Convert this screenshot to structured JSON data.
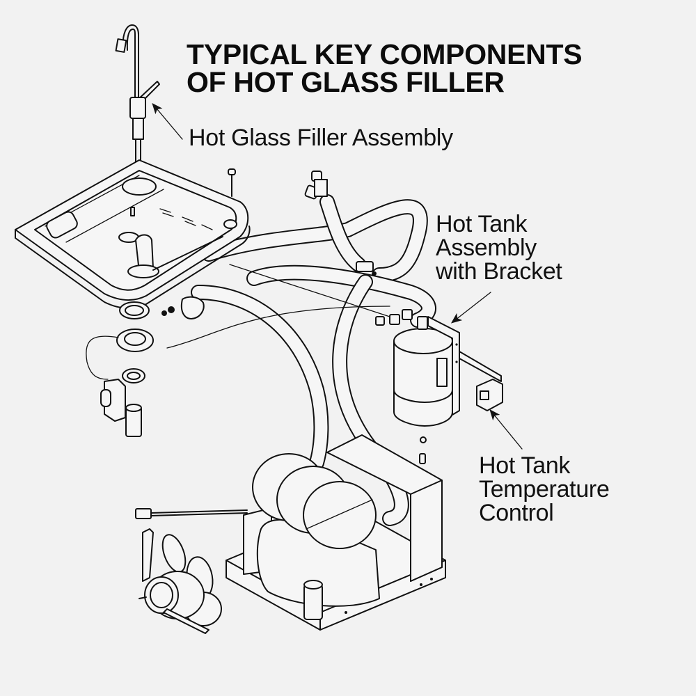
{
  "title": {
    "line1": "TYPICAL KEY COMPONENTS",
    "line2": "OF HOT GLASS FILLER"
  },
  "callouts": {
    "filler_assembly": "Hot Glass Filler Assembly",
    "tank_assembly": [
      "Hot Tank",
      "Assembly",
      "with Bracket"
    ],
    "temperature_control": [
      "Hot Tank",
      "Temperature",
      "Control"
    ]
  },
  "components": [
    "faucet-icon",
    "drip-tray-icon",
    "hose-icon",
    "hot-tank-icon",
    "bracket-icon",
    "thermostat-icon",
    "drain-fitting-icon",
    "compressor-unit-icon",
    "fan-motor-icon",
    "power-plug-icon"
  ],
  "colors": {
    "background": "#f2f2f2",
    "line": "#111111"
  }
}
